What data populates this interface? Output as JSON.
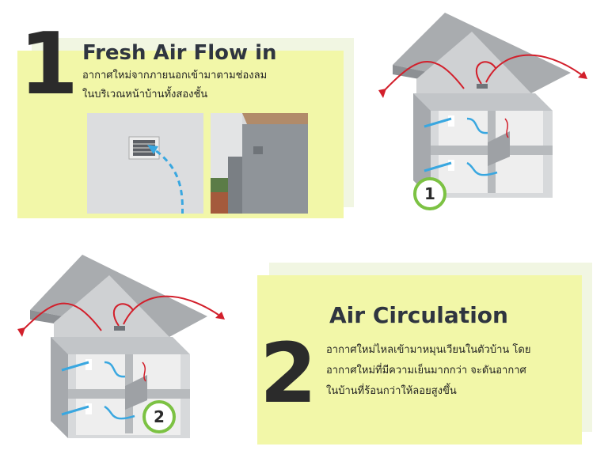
{
  "step1": {
    "number": "1",
    "title": "Fresh Air Flow in",
    "desc_line1": "อากาศใหม่จากภายนอกเข้ามาตามช่องลม",
    "desc_line2": "ในบริเวณหน้าบ้านทั้งสองชั้น",
    "badge": "1"
  },
  "step2": {
    "number": "2",
    "title": "Air Circulation",
    "desc_line1": "อากาศใหม่ไหลเข้ามาหมุนเวียนในตัวบ้าน โดย",
    "desc_line2": "อากาศใหม่ที่มีความเย็นมากกว่า จะดันอากาศ",
    "desc_line3": "ในบ้านที่ร้อนกว่าให้ลอยสูงขึ้น",
    "badge": "2"
  },
  "colors": {
    "panel_yellow": "#f2f7a8",
    "panel_back": "#f1f6e2",
    "house_gray": "#b9bcbf",
    "badge_green": "#7cc243",
    "arrow_red": "#d21f2b",
    "arrow_blue": "#39a7e0"
  }
}
